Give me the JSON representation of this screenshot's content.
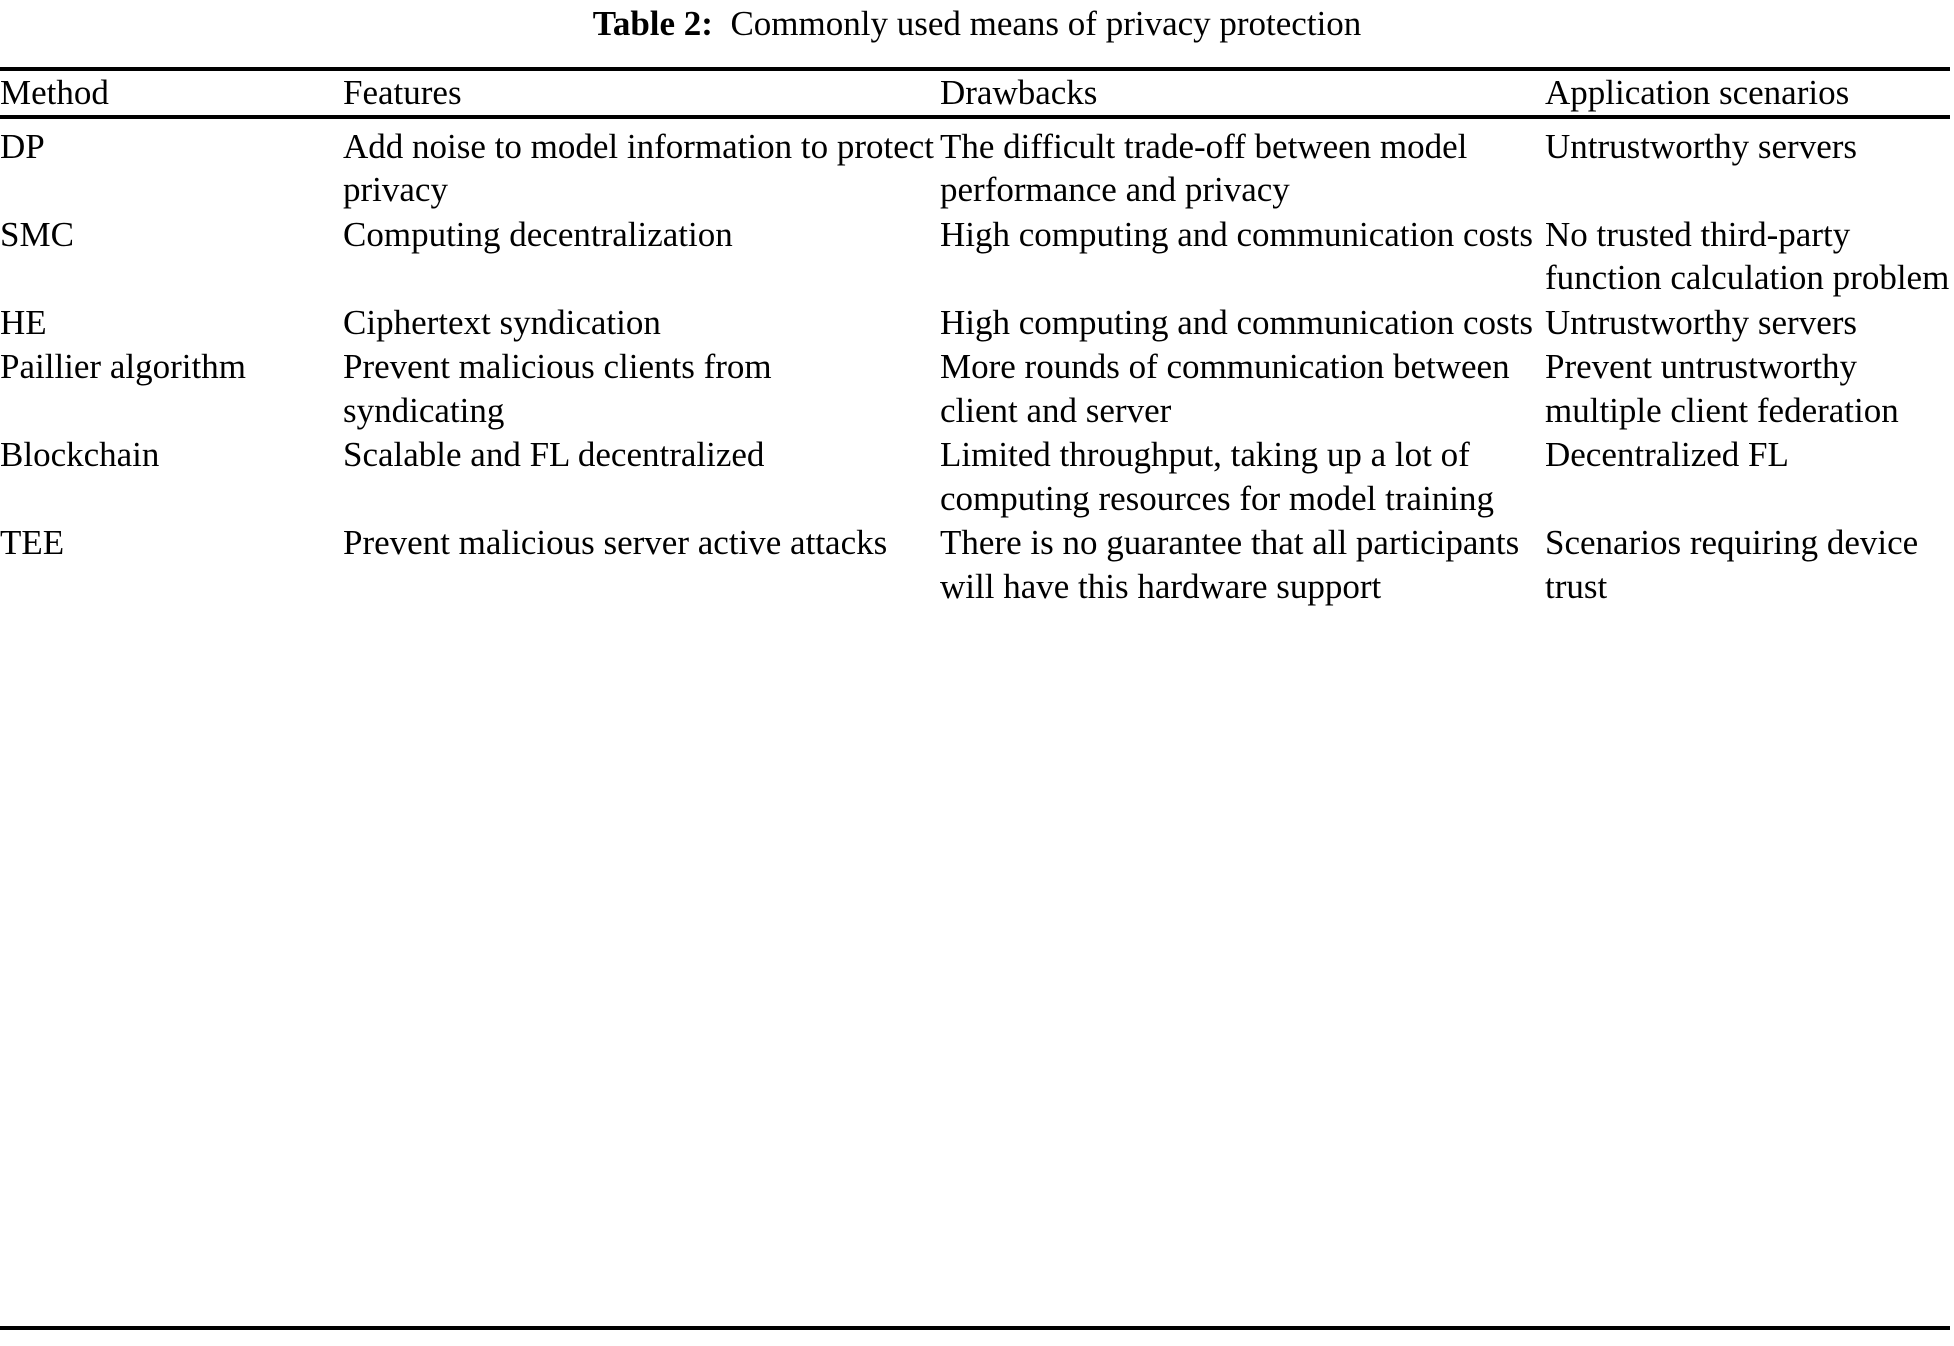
{
  "caption": {
    "label": "Table 2:",
    "text": "Commonly used means of privacy protection"
  },
  "table": {
    "columns": [
      {
        "key": "method",
        "header": "Method"
      },
      {
        "key": "features",
        "header": "Features"
      },
      {
        "key": "drawbacks",
        "header": "Drawbacks"
      },
      {
        "key": "scenarios",
        "header": "Application scenarios"
      }
    ],
    "rows": [
      {
        "method": "DP",
        "features": "Add noise to model information to protect privacy",
        "drawbacks": "The difficult trade-off between model performance and privacy",
        "scenarios": "Untrustworthy servers"
      },
      {
        "method": "SMC",
        "features": "Computing decentralization",
        "drawbacks": "High computing and communication costs",
        "scenarios": "No trusted third-party function calculation problem"
      },
      {
        "method": "HE",
        "features": "Ciphertext syndication",
        "drawbacks": "High computing and communication costs",
        "scenarios": "Untrustworthy servers"
      },
      {
        "method": "Paillier algorithm",
        "features": "Prevent malicious clients from syndicating",
        "drawbacks": "More rounds of communication between client and server",
        "scenarios": "Prevent untrustworthy multiple client federation"
      },
      {
        "method": "Blockchain",
        "features": "Scalable and FL decentralized",
        "drawbacks": "Limited throughput, taking up a lot of computing resources for model training",
        "scenarios": "Decentralized FL"
      },
      {
        "method": "TEE",
        "features": "Prevent malicious server active attacks",
        "drawbacks": "There is no guarantee that all participants will have this hardware support",
        "scenarios": "Scenarios requiring device trust"
      }
    ]
  }
}
